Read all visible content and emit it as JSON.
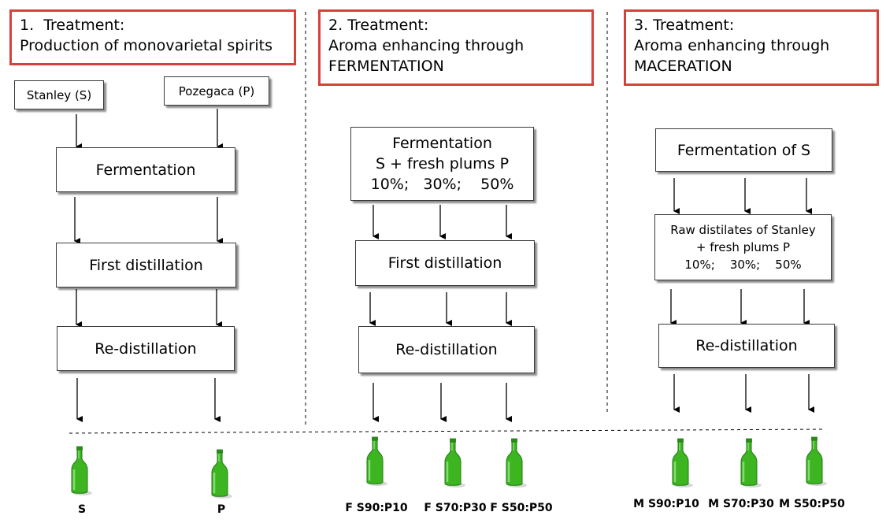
{
  "treatments": [
    {
      "title": "1.  Treatment:",
      "subtitle": "Production of monovarietal spirits",
      "subtitle2": ""
    },
    {
      "title": "2. Treatment:",
      "subtitle": "Aroma enhancing through",
      "subtitle2": "FERMENTATION"
    },
    {
      "title": "3. Treatment:",
      "subtitle": "Aroma enhancing through",
      "subtitle2": "MACERATION"
    }
  ],
  "col1": {
    "source_stanley": "Stanley (S)",
    "source_pozegaca": "Pozegaca (P)",
    "fermentation": "Fermentation",
    "first_distillation": "First distillation",
    "redistillation": "Re-distillation",
    "outputs": [
      "S",
      "P"
    ]
  },
  "col2": {
    "fermentation_l1": "Fermentation",
    "fermentation_l2": "S + fresh plums P",
    "fermentation_l3": "10%;   30%;    50%",
    "first_distillation": "First distillation",
    "redistillation": "Re-distillation",
    "outputs": [
      "F S90:P10",
      "F S70:P30",
      "F S50:P50"
    ]
  },
  "col3": {
    "fermentation": "Fermentation of S",
    "raw_l1": "Raw distilates of Stanley",
    "raw_l2": "+ fresh plums P",
    "raw_l3": "10%;    30%;    50%",
    "redistillation": "Re-distillation",
    "outputs": [
      "M S90:P10",
      "M S70:P30",
      "M S50:P50"
    ]
  },
  "colors": {
    "header_border": "#d9403a",
    "bottle_green": "#3cb521",
    "bottle_dark": "#1f7a12"
  }
}
